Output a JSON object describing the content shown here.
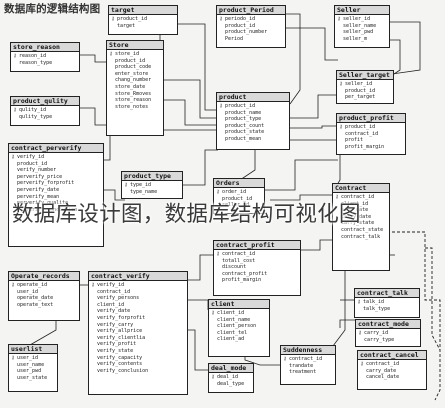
{
  "title": "数据库的逻辑结构图",
  "watermark": "数据库设计图，数据库结构可视化图",
  "tables": [
    {
      "name": "target",
      "fields": [
        "product_id",
        "target"
      ]
    },
    {
      "name": "product_Period",
      "fields": [
        "periodo_id",
        "product_id",
        "product_number",
        "Period"
      ]
    },
    {
      "name": "Seller",
      "fields": [
        "seller_id",
        "seller_name",
        "seller_pwd",
        "seller_m"
      ]
    },
    {
      "name": "store_reason",
      "fields": [
        "reason_id",
        "reason_type"
      ]
    },
    {
      "name": "Store",
      "fields": [
        "store_id",
        "product_id",
        "product_code",
        "enter_store",
        "chang_number",
        "store_date",
        "store_Rmoves",
        "store_reason",
        "store_notes"
      ]
    },
    {
      "name": "Seller_target",
      "fields": [
        "seller_id",
        "product_id",
        "per_target"
      ]
    },
    {
      "name": "product_qulity",
      "fields": [
        "qulity_id",
        "qulity_type"
      ]
    },
    {
      "name": "product",
      "fields": [
        "product_id",
        "product_name",
        "product_type",
        "product_count",
        "product_state",
        "product_mean"
      ]
    },
    {
      "name": "product_profit",
      "fields": [
        "product_id",
        "contract_id",
        "profit",
        "profit_margin"
      ]
    },
    {
      "name": "contract_perverify",
      "fields": [
        "verify_id",
        "product_id",
        "verify_number",
        "perverify_price",
        "perverify_forprofit",
        "perverify_date",
        "perverify_mean",
        "perverify_qualite",
        "perverify_conclusion"
      ]
    },
    {
      "name": "product_type",
      "fields": [
        "type_id",
        "type_name"
      ]
    },
    {
      "name": "Orders",
      "fields": [
        "order_id",
        "product_id",
        "seller_id"
      ]
    },
    {
      "name": "Contract",
      "fields": [
        "contract_id",
        "client_id",
        "sign_date",
        "carry_date",
        "carry_state",
        "contract_state",
        "contract_talk"
      ]
    },
    {
      "name": "contract_profit",
      "fields": [
        "contract_id",
        "totall_cost",
        "discount",
        "contract_profit",
        "profit_margin"
      ]
    },
    {
      "name": "Operate_records",
      "fields": [
        "operate_id",
        "user_id",
        "operate_date",
        "operate_text"
      ]
    },
    {
      "name": "contract_verify",
      "fields": [
        "verify_id",
        "contract_id",
        "verify_persons",
        "client_id",
        "verify_date",
        "verify_forprofit",
        "verify_carry",
        "verify_allprice",
        "verify_clientlia",
        "verify_profit",
        "verify_state",
        "verify_capacity",
        "verify_contents",
        "verify_conclusion"
      ]
    },
    {
      "name": "client",
      "fields": [
        "client_id",
        "client_name",
        "client_person",
        "client_tel",
        "client_ad"
      ]
    },
    {
      "name": "contract_talk",
      "fields": [
        "talk_id",
        "talk_type"
      ]
    },
    {
      "name": "contract_mode",
      "fields": [
        "carry_id",
        "carry_type"
      ]
    },
    {
      "name": "userlist",
      "fields": [
        "user_id",
        "user_name",
        "user_pwd",
        "user_state"
      ]
    },
    {
      "name": "deal_mode",
      "fields": [
        "deal_id",
        "deal_type"
      ]
    },
    {
      "name": "Suddenness",
      "fields": [
        "contract_id",
        "trandate",
        "treatment"
      ]
    },
    {
      "name": "contract_cancel",
      "fields": [
        "contract_id",
        "carry_date",
        "cancel_date"
      ]
    }
  ],
  "colors": {
    "line": "#222222",
    "header": "#d9d9d9",
    "border": "#222222"
  },
  "key_icon": "key-icon"
}
